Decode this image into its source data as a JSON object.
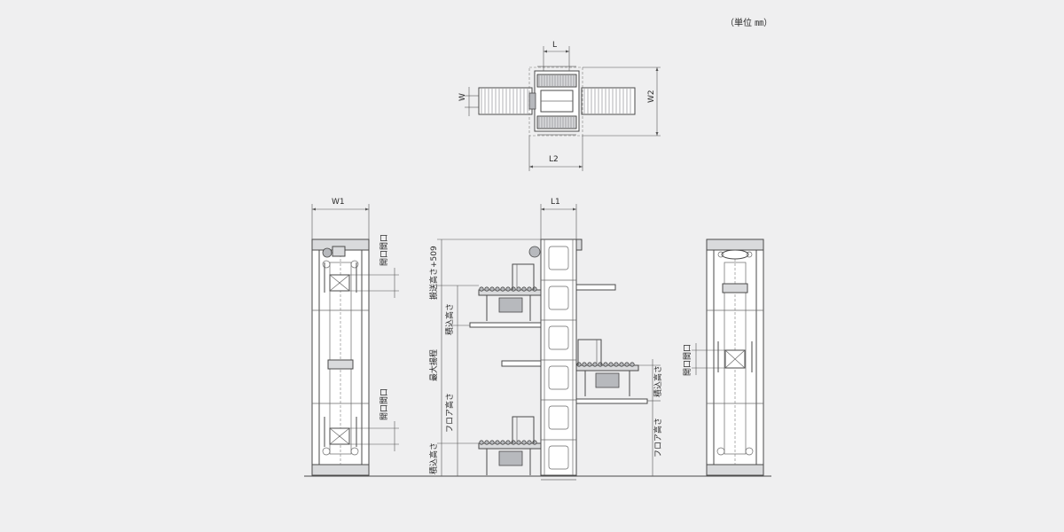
{
  "unit_label": "（単位 ㎜）",
  "plan_view": {
    "dim_L": "L",
    "dim_W": "W",
    "dim_W2": "W2",
    "dim_L2": "L2"
  },
  "side_view_left": {
    "dim_W1": "W1",
    "opening_top": "開口間口",
    "opening_bottom": "開口間口"
  },
  "front_view": {
    "dim_L1": "L1",
    "conveying_height_plus": "搬送高さ+509",
    "loading_height_upper": "積込高さ",
    "max_stroke": "最大揚程",
    "floor_height_left": "フロア高さ",
    "loading_height_lower": "積込高さ",
    "loading_height_right": "積込高さ",
    "floor_height_right": "フロア高さ"
  },
  "side_view_right": {
    "opening": "開口間口"
  }
}
